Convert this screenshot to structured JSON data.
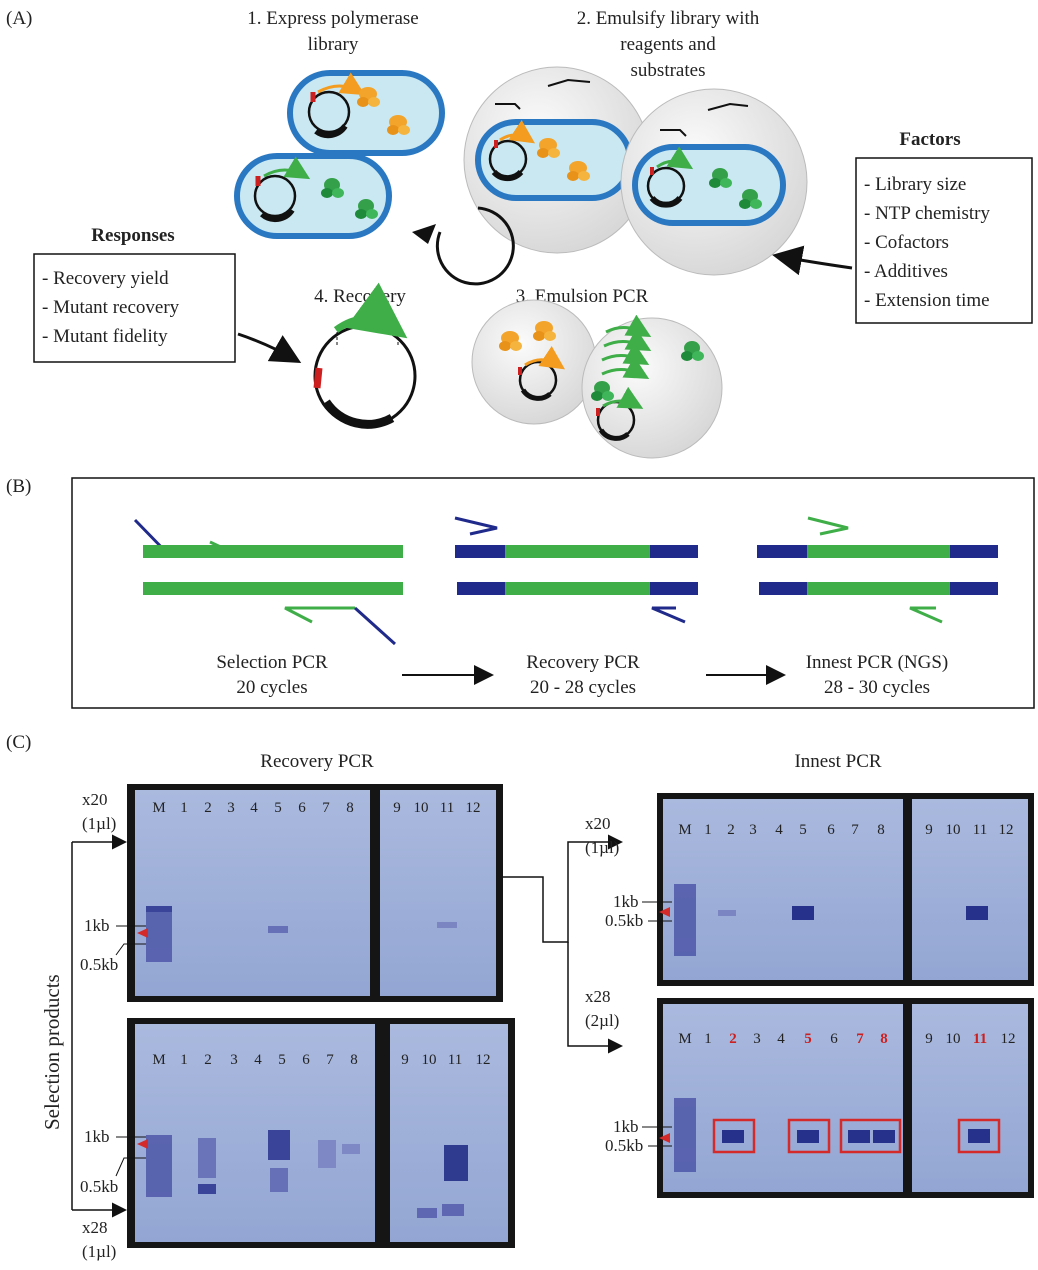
{
  "panel_a": {
    "label": "(A)",
    "step1": [
      "1. Express polymerase",
      "library"
    ],
    "step2": [
      "2. Emulsify library with",
      "reagents and",
      "substrates"
    ],
    "step3": "3. Emulsion PCR",
    "step4": "4. Recovery",
    "factors": {
      "title": "Factors",
      "items": [
        "- Library size",
        "- NTP chemistry",
        "- Cofactors",
        "- Additives",
        "- Extension time"
      ]
    },
    "responses": {
      "title": "Responses",
      "items": [
        "- Recovery yield",
        "- Mutant recovery",
        "- Mutant fidelity"
      ]
    }
  },
  "panel_b": {
    "label": "(B)",
    "stages": [
      {
        "name": "Selection PCR",
        "cycles": "20 cycles"
      },
      {
        "name": "Recovery PCR",
        "cycles": "20 - 28 cycles"
      },
      {
        "name": "Innest PCR (NGS)",
        "cycles": "28 - 30 cycles"
      }
    ]
  },
  "panel_c": {
    "label": "(C)",
    "recovery_title": "Recovery PCR",
    "innest_title": "Innest PCR",
    "side_label": "Selection products",
    "x20": "x20",
    "x28": "x28",
    "vol_1ul": "(1µl)",
    "vol_2ul": "(2µl)",
    "kb1": "1kb",
    "kb05": "0.5kb",
    "marker": "M",
    "lanes_left": [
      "1",
      "2",
      "3",
      "4",
      "5",
      "6",
      "7",
      "8"
    ],
    "lanes_right": [
      "9",
      "10",
      "11",
      "12"
    ],
    "highlighted_lanes": [
      "2",
      "5",
      "7",
      "8",
      "11"
    ]
  },
  "colors": {
    "green": "#3fae49",
    "navy": "#1f2a8a",
    "orange": "#f39c1f",
    "cell_blue": "#2a78c2",
    "cell_fill": "#c9e8f2",
    "gel": "#9fb0d8",
    "highlight_red": "#d42a2a"
  }
}
